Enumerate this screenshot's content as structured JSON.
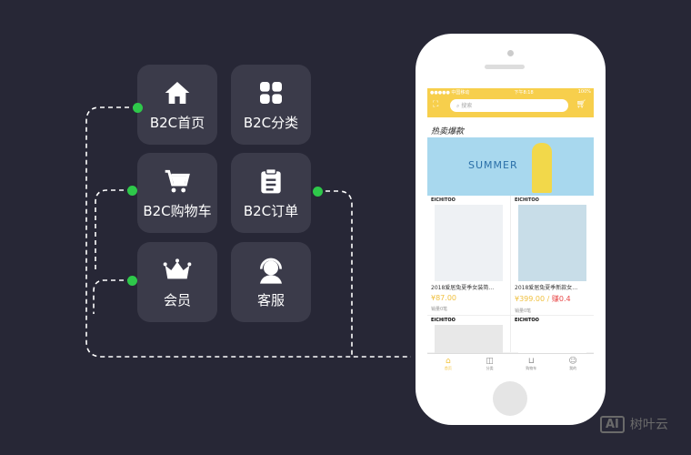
{
  "menu": [
    {
      "label": "B2C首页",
      "icon": "home-icon"
    },
    {
      "label": "B2C分类",
      "icon": "grid-icon"
    },
    {
      "label": "B2C购物车",
      "icon": "cart-icon"
    },
    {
      "label": "B2C订单",
      "icon": "clipboard-icon"
    },
    {
      "label": "会员",
      "icon": "crown-icon"
    },
    {
      "label": "客服",
      "icon": "headset-icon"
    }
  ],
  "phone": {
    "status": {
      "carrier": "●●●●● 中国移动",
      "time": "下午8:18",
      "battery": "100%"
    },
    "search_placeholder": "搜索",
    "banner": {
      "tag": "热卖爆款",
      "title": "SUMMER"
    },
    "products": [
      {
        "brand": "EICHITOO",
        "name": "2018爱居兔夏季女装简…",
        "price": "¥87.00",
        "extra": "",
        "sold": "销量0笔"
      },
      {
        "brand": "EICHITOO",
        "name": "2018爱居兔夏季新款女…",
        "price": "¥399.00 /",
        "extra": "赚0.4",
        "sold": "销量0笔"
      },
      {
        "brand": "EICHITOO"
      },
      {
        "brand": "EICHITOO"
      }
    ],
    "tabs": [
      {
        "label": "首页",
        "icon": "home-icon"
      },
      {
        "label": "分类",
        "icon": "category-icon"
      },
      {
        "label": "购物车",
        "icon": "cart-icon"
      },
      {
        "label": "我的",
        "icon": "user-icon"
      }
    ]
  },
  "colors": {
    "accent": "#f7cf4c",
    "dot": "#2ec84a",
    "tile": "#3b3b4a",
    "bg": "#272736"
  },
  "watermark": {
    "logo": "AI",
    "text": "树叶云"
  }
}
